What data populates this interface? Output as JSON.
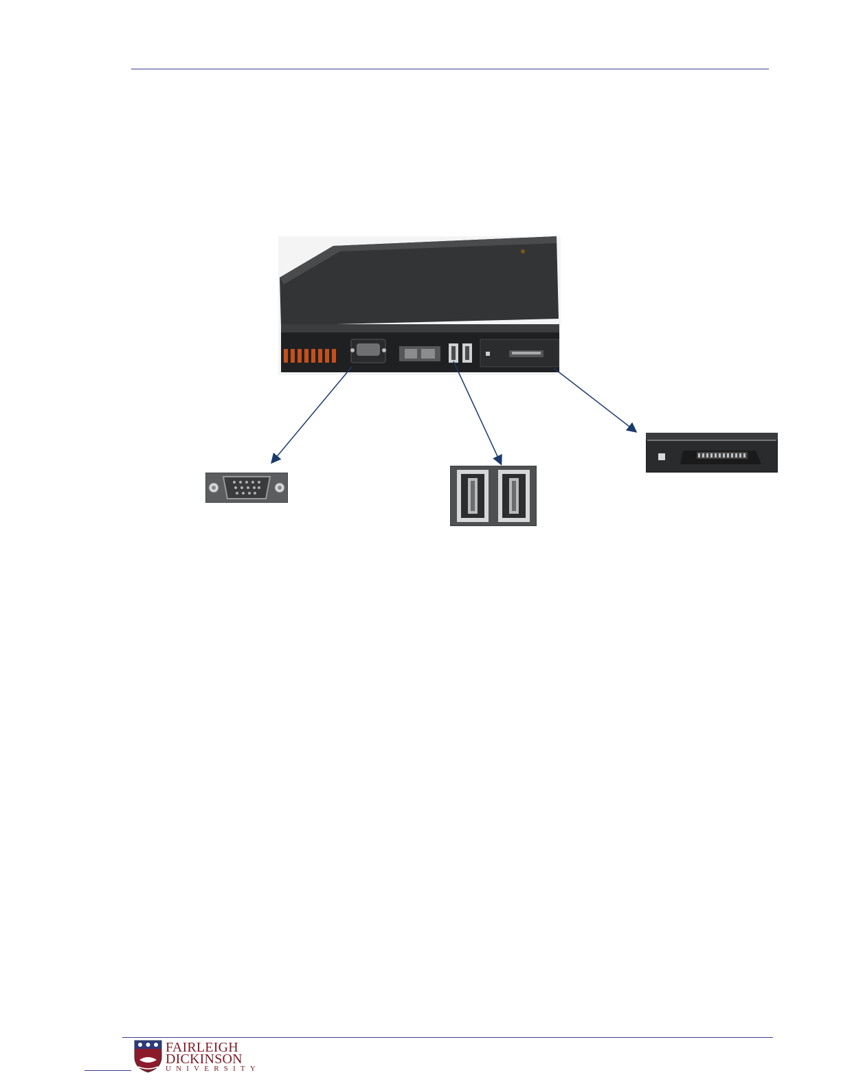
{
  "header": {},
  "figure": {
    "laptop_image": "laptop-rear-ports-photo",
    "callouts": [
      {
        "name": "vga-port",
        "icon": "vga-port-closeup-photo"
      },
      {
        "name": "usb-ports",
        "icon": "usb-ports-closeup-photo"
      },
      {
        "name": "pc-card-slot",
        "icon": "pc-card-slot-closeup-photo"
      }
    ],
    "arrow_color": "#1b3a6b"
  },
  "footer": {
    "logo_line1": "FAIRLEIGH",
    "logo_line2": "DICKINSON",
    "logo_line3": "UNIVERSITY",
    "rule_color": "#3a3f8f",
    "brand_color": "#7a1a25"
  }
}
